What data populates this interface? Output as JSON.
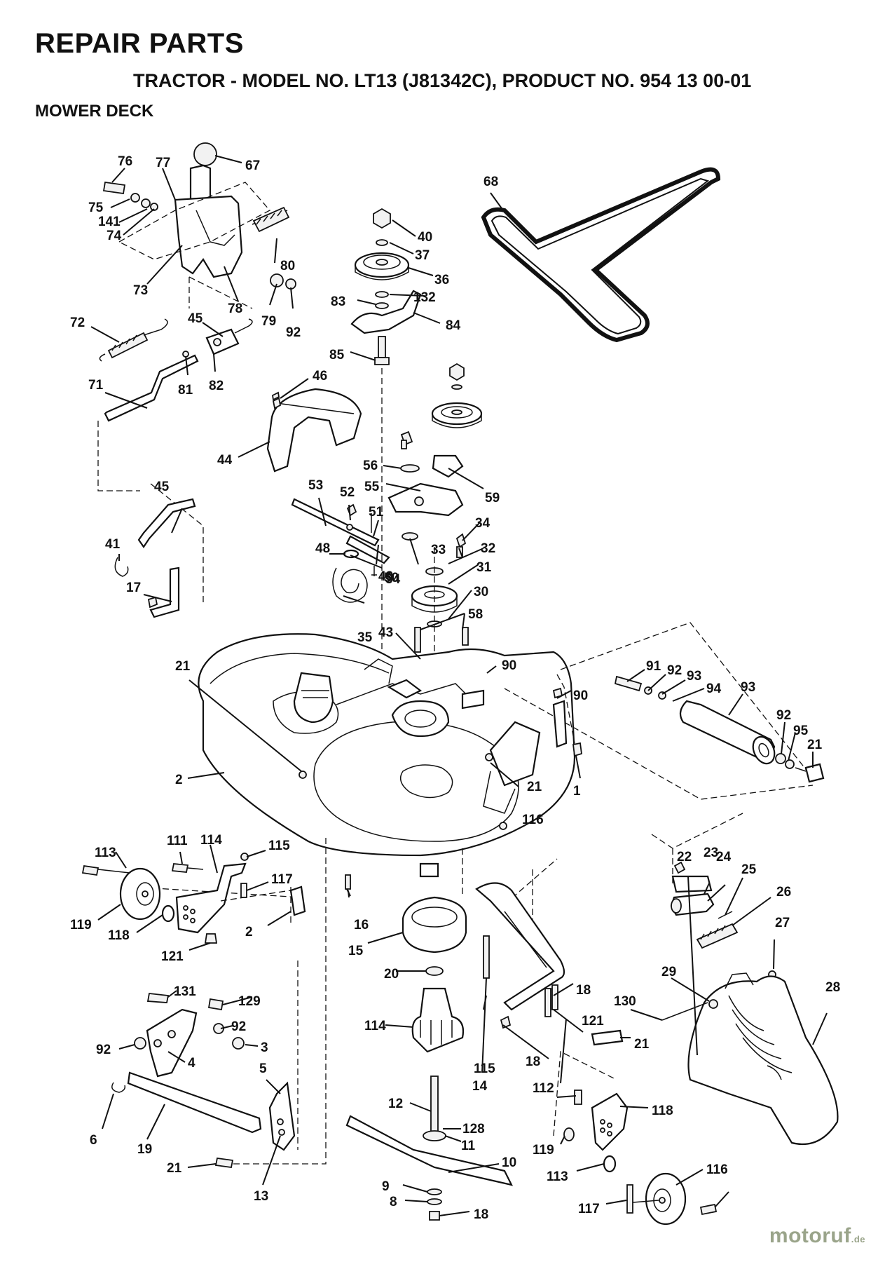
{
  "header": {
    "title": "REPAIR PARTS",
    "model_line": "TRACTOR - MODEL NO. LT13 (J81342C), PRODUCT NO. 954 13 00-01",
    "section": "MOWER DECK"
  },
  "watermark": {
    "brand": "motoruf",
    "suffix": ".de"
  },
  "callouts": [
    "76",
    "77",
    "67",
    "75",
    "141",
    "74",
    "73",
    "80",
    "78",
    "79",
    "92",
    "72",
    "45",
    "81",
    "82",
    "71",
    "40",
    "37",
    "36",
    "132",
    "83",
    "84",
    "85",
    "68",
    "46",
    "44",
    "56",
    "55",
    "59",
    "53",
    "52",
    "51",
    "34",
    "48",
    "49",
    "50",
    "54",
    "33",
    "32",
    "31",
    "30",
    "58",
    "35",
    "43",
    "45",
    "41",
    "17",
    "21",
    "90",
    "91",
    "92",
    "93",
    "94",
    "93",
    "92",
    "95",
    "21",
    "90",
    "1",
    "2",
    "21",
    "116",
    "113",
    "111",
    "114",
    "115",
    "117",
    "119",
    "118",
    "121",
    "2",
    "16",
    "15",
    "20",
    "18",
    "14",
    "114",
    "18",
    "121",
    "21",
    "22",
    "23",
    "24",
    "25",
    "26",
    "27",
    "28",
    "29",
    "130",
    "131",
    "129",
    "92",
    "92",
    "3",
    "4",
    "5",
    "6",
    "19",
    "21",
    "13",
    "12",
    "128",
    "11",
    "10",
    "9",
    "8",
    "18",
    "115",
    "112",
    "118",
    "119",
    "113",
    "117",
    "116"
  ]
}
